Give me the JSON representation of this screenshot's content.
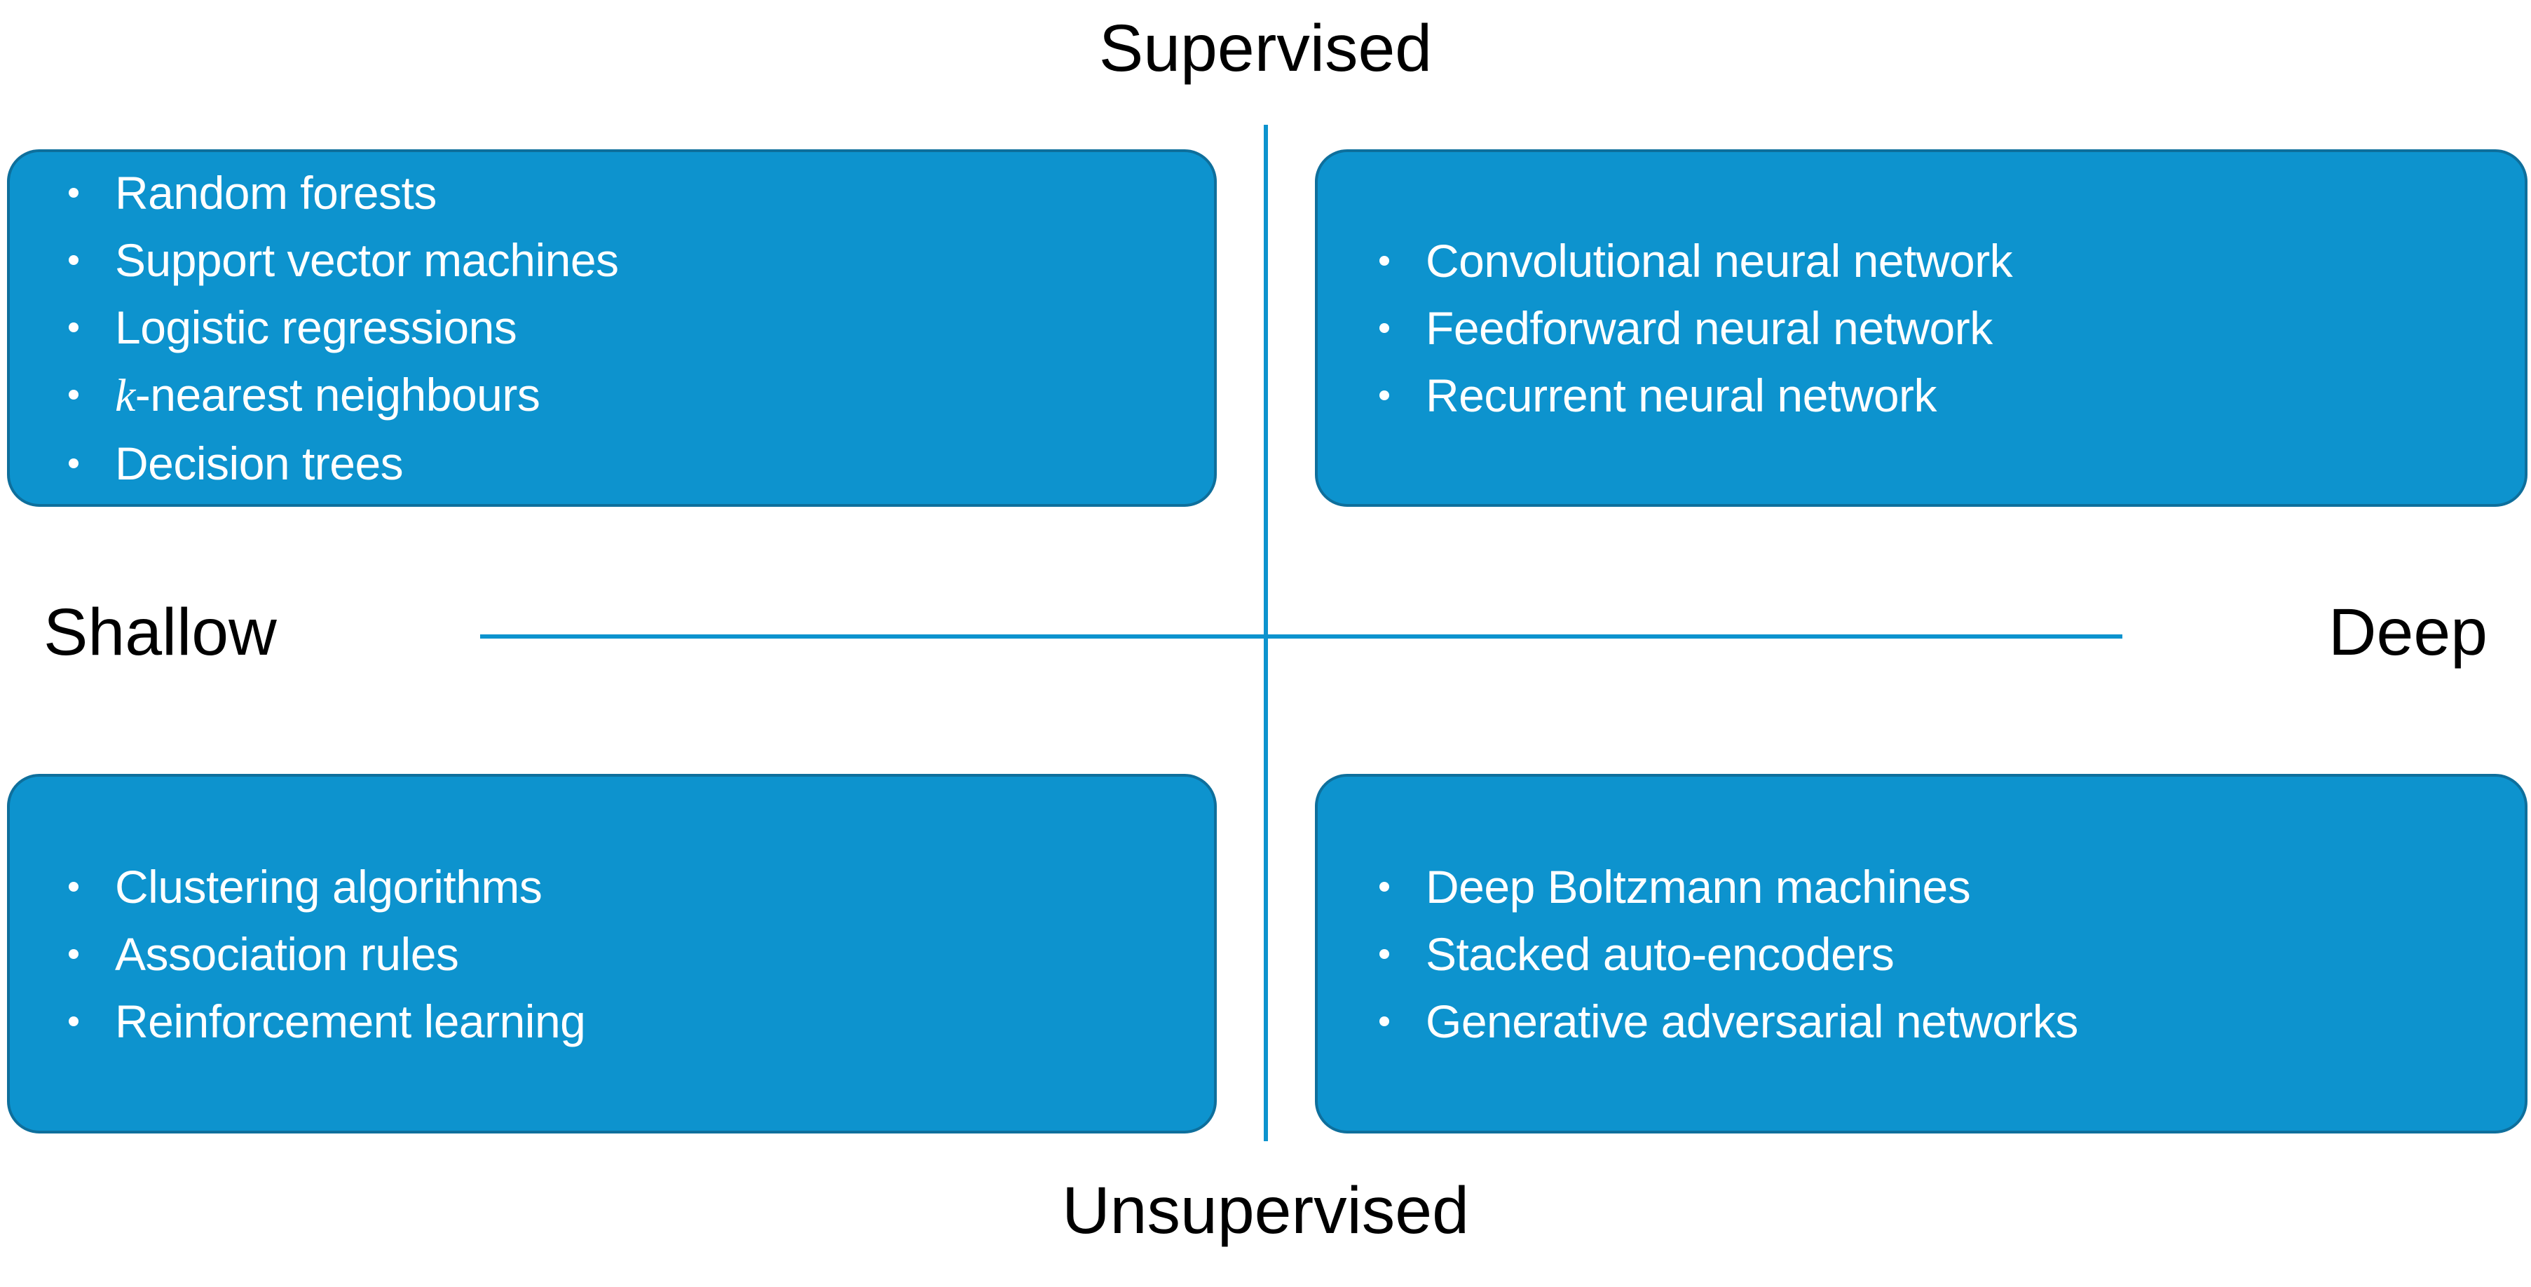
{
  "axes": {
    "top_label": "Supervised",
    "bottom_label": "Unsupervised",
    "left_label": "Shallow",
    "right_label": "Deep",
    "line_color": "#0d93ce"
  },
  "theme": {
    "box_fill": "#0d93ce",
    "box_border": "#0e6f9c",
    "box_text": "#ffffff",
    "label_text": "#000000",
    "background": "#ffffff"
  },
  "quadrants": {
    "shallow_supervised": {
      "items": [
        "Random forests",
        "Support vector machines",
        "Logistic regressions",
        "-nearest neighbours",
        "Decision trees"
      ],
      "italic_prefix_index": 3,
      "italic_prefix": "k"
    },
    "deep_supervised": {
      "items": [
        "Convolutional neural network",
        "Feedforward neural network",
        "Recurrent neural network"
      ]
    },
    "shallow_unsupervised": {
      "items": [
        "Clustering algorithms",
        "Association rules",
        "Reinforcement learning"
      ]
    },
    "deep_unsupervised": {
      "items": [
        "Deep Boltzmann machines",
        "Stacked auto-encoders",
        "Generative adversarial networks"
      ]
    }
  }
}
